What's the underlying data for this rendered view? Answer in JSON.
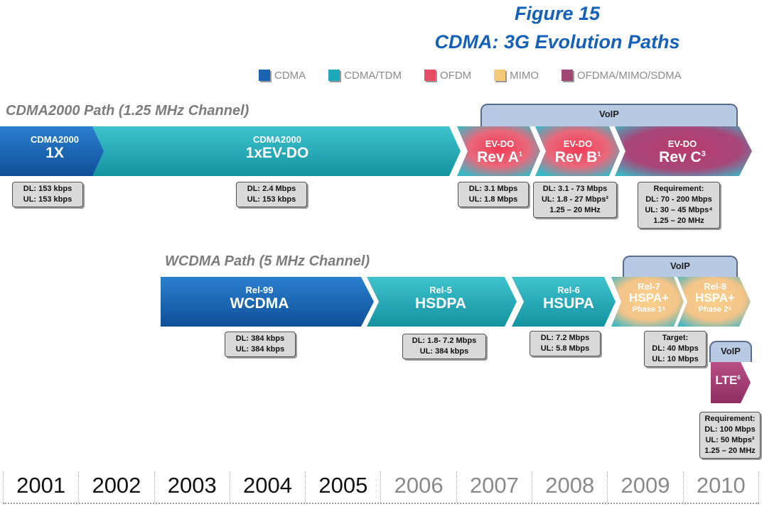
{
  "title": {
    "line1": "Figure 15",
    "line2": "CDMA: 3G Evolution Paths"
  },
  "legend": [
    {
      "label": "CDMA",
      "color": "#1a63b0"
    },
    {
      "label": "CDMA/TDM",
      "color": "#1fa9b8"
    },
    {
      "label": "OFDM",
      "color": "#e84c64"
    },
    {
      "label": "MIMO",
      "color": "#f6c87a"
    },
    {
      "label": "OFDMA/MIMO/SDMA",
      "color": "#a24673"
    }
  ],
  "cdma_path": {
    "title": "CDMA2000 Path (1.25 MHz Channel)",
    "voip": "VoIP",
    "stages": [
      {
        "small": "CDMA2000",
        "big": "1X",
        "rates": [
          "DL: 153 kbps",
          "UL: 153 kbps"
        ]
      },
      {
        "small": "CDMA2000",
        "big": "1xEV-DO",
        "rates": [
          "DL: 2.4 Mbps",
          "UL: 153 kbps"
        ]
      },
      {
        "small": "EV-DO",
        "big": "Rev A",
        "sup": "1",
        "rates": [
          "DL: 3.1 Mbps",
          "UL: 1.8 Mbps"
        ]
      },
      {
        "small": "EV-DO",
        "big": "Rev B",
        "sup": "1",
        "rates": [
          "DL: 3.1 - 73 Mbps",
          "UL: 1.8 - 27 Mbps²",
          "1.25 – 20 MHz"
        ]
      },
      {
        "small": "EV-DO",
        "big": "Rev C",
        "sup": "3",
        "rates": [
          "Requirement:",
          "DL: 70 - 200 Mbps",
          "UL: 30 – 45 Mbps⁴",
          "1.25 – 20 MHz"
        ]
      }
    ]
  },
  "wcdma_path": {
    "title": "WCDMA Path (5 MHz Channel)",
    "voip": "VoIP",
    "voip_lte": "VoIP",
    "stages": [
      {
        "small": "Rel-99",
        "big": "WCDMA",
        "rates": [
          "DL: 384 kbps",
          "UL: 384 kbps"
        ]
      },
      {
        "small": "Rel-5",
        "big": "HSDPA",
        "rates": [
          "DL: 1.8- 7.2 Mbps",
          "UL: 384 kbps"
        ]
      },
      {
        "small": "Rel-6",
        "big": "HSUPA",
        "rates": [
          "DL: 7.2 Mbps",
          "UL: 5.8 Mbps"
        ]
      },
      {
        "small": "Rel-7",
        "big": "HSPA+",
        "extra": "Phase 1⁵",
        "rates": [
          "Target:",
          "DL: 40 Mbps",
          "UL: 10 Mbps"
        ]
      },
      {
        "small": "Rel-8",
        "big": "HSPA+",
        "extra": "Phase 2⁵"
      },
      {
        "big": "LTE",
        "sup": "6",
        "rates": [
          "Requirement:",
          "DL: 100 Mbps",
          "UL: 50 Mbps²",
          "1.25 – 20 MHz"
        ]
      }
    ]
  },
  "years": [
    {
      "label": "2001",
      "color": "#111111"
    },
    {
      "label": "2002",
      "color": "#111111"
    },
    {
      "label": "2003",
      "color": "#111111"
    },
    {
      "label": "2004",
      "color": "#111111"
    },
    {
      "label": "2005",
      "color": "#111111"
    },
    {
      "label": "2006",
      "color": "#8a8a8a"
    },
    {
      "label": "2007",
      "color": "#8a8a8a"
    },
    {
      "label": "2008",
      "color": "#8a8a8a"
    },
    {
      "label": "2009",
      "color": "#8a8a8a"
    },
    {
      "label": "2010",
      "color": "#8a8a8a"
    }
  ]
}
